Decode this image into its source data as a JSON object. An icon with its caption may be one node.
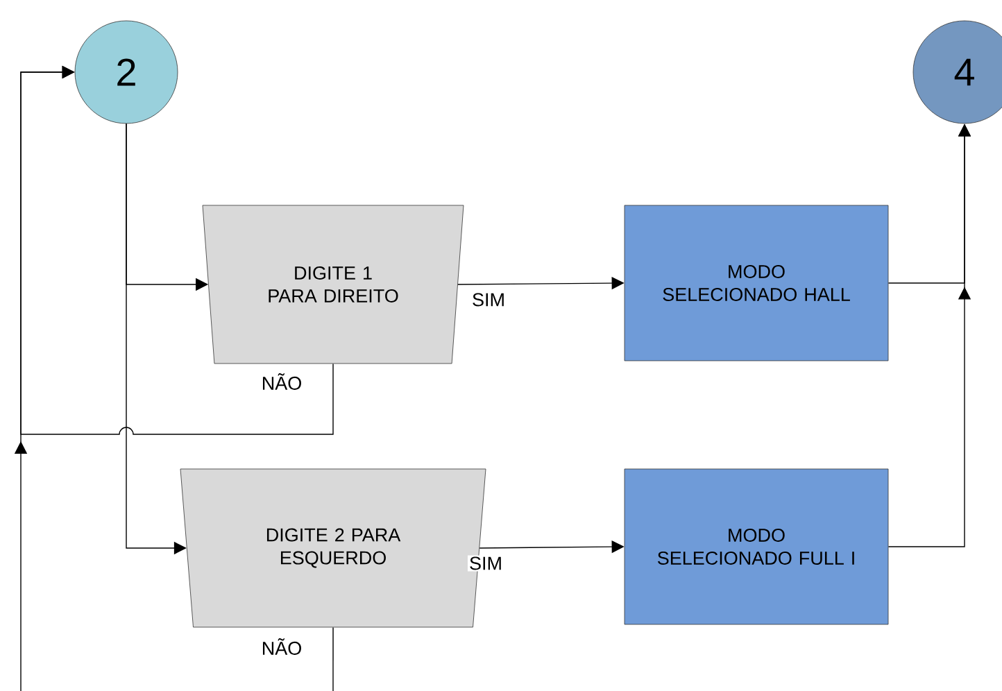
{
  "diagram": {
    "nodes": [
      {
        "text": [
          "2"
        ]
      },
      {
        "text": [
          "DIGITE 1 PARA DIREITO"
        ]
      },
      {
        "text": [
          "MODO SELECIONADO HALL"
        ]
      },
      {
        "text": [
          "DIGITE 2 PARA ESQUERDO"
        ]
      },
      {
        "text": [
          "MODO SELECIONADO FULL I"
        ]
      },
      {
        "text": [
          "4"
        ]
      }
    ],
    "edges": [
      {
        "from": 0,
        "to": 1,
        "arrow": "to"
      },
      {
        "from": 0,
        "to": 3,
        "arrow": "to"
      },
      {
        "from": 1,
        "to": 2,
        "arrow": "to",
        "label": "SIM"
      },
      {
        "from": 3,
        "to": 4,
        "arrow": "to",
        "label": "SIM"
      },
      {
        "from": 2,
        "to": 5,
        "arrow": "to"
      },
      {
        "from": 4,
        "to": 5,
        "arrow": "to"
      },
      {
        "from": 1,
        "to": 0,
        "arrow": "to",
        "label": "NÃO"
      },
      {
        "from": null,
        "to": 0,
        "arrow": "to"
      },
      {
        "from": 3,
        "to": null,
        "arrow": "none",
        "label": "NÃO"
      }
    ]
  }
}
